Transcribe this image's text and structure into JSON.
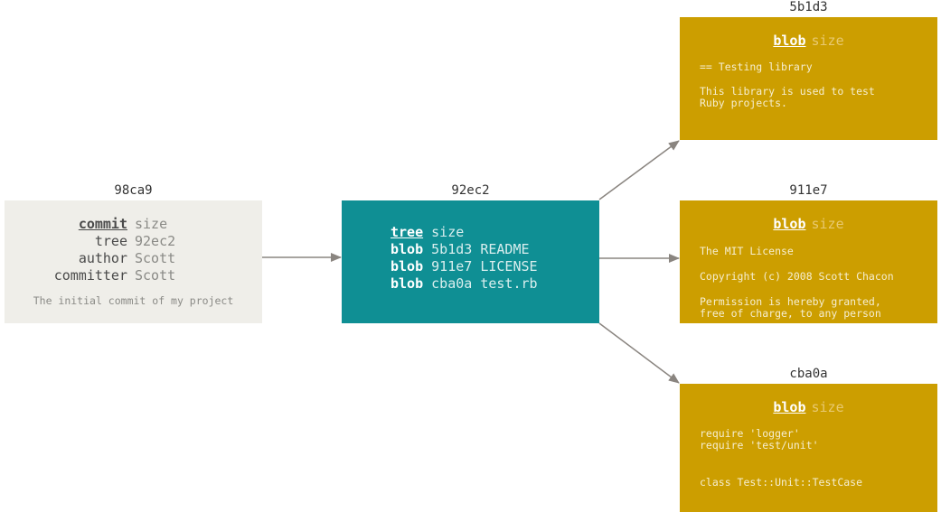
{
  "commit": {
    "id": "98ca9",
    "rows": [
      {
        "key": "commit",
        "value": "size"
      },
      {
        "key": "tree",
        "value": "92ec2"
      },
      {
        "key": "author",
        "value": "Scott"
      },
      {
        "key": "committer",
        "value": "Scott"
      }
    ],
    "message": "The initial commit of my project"
  },
  "tree": {
    "id": "92ec2",
    "rows": [
      {
        "type": "tree",
        "rest": "size"
      },
      {
        "type": "blob",
        "rest": "5b1d3 README"
      },
      {
        "type": "blob",
        "rest": "911e7 LICENSE"
      },
      {
        "type": "blob",
        "rest": "cba0a test.rb"
      }
    ]
  },
  "blobs": [
    {
      "id": "5b1d3",
      "type": "blob",
      "size": "size",
      "lines": [
        "== Testing library",
        "This library is used to test\nRuby projects."
      ]
    },
    {
      "id": "911e7",
      "type": "blob",
      "size": "size",
      "lines": [
        "The MIT License",
        "Copyright (c) 2008 Scott Chacon",
        "Permission is hereby granted,\nfree of charge, to any person"
      ]
    },
    {
      "id": "cba0a",
      "type": "blob",
      "size": "size",
      "lines": [
        "require 'logger'\nrequire 'test/unit'",
        "class Test::Unit::TestCase"
      ]
    }
  ],
  "colors": {
    "commit": "#efeee9",
    "tree": "#0f8f94",
    "blob": "#cc9e00",
    "arrow": "#8a8580"
  }
}
